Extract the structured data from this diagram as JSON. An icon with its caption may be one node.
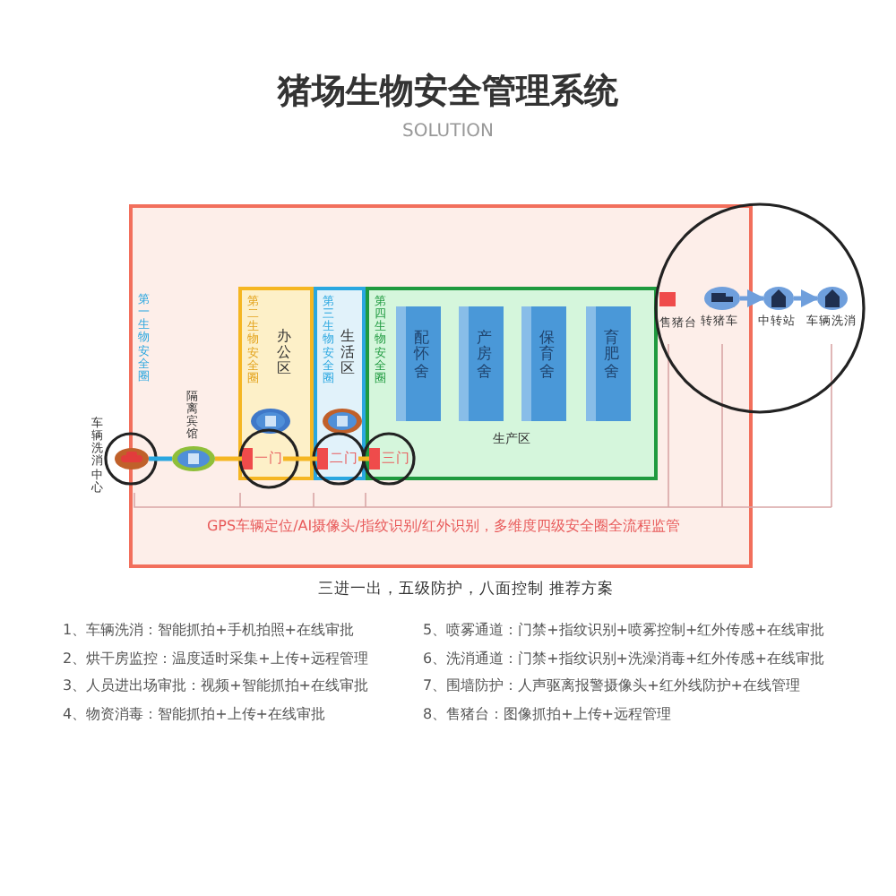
{
  "diagram": {
    "title": "猪场生物安全管理系统",
    "nodes": [
      {
        "text": [
          "第一生物安全圈"
        ]
      },
      {
        "text": [
          "第二生物安全圈",
          "办公区"
        ],
        "in": 0
      },
      {
        "text": [
          "第三生物安全圈",
          "生活区"
        ],
        "in": 0
      },
      {
        "text": [
          "第四生物安全圈",
          "生产区"
        ],
        "in": 0
      },
      {
        "text": [
          "配怀舍"
        ],
        "in": 3
      },
      {
        "text": [
          "产房舍"
        ],
        "in": 3
      },
      {
        "text": [
          "保育舍"
        ],
        "in": 3
      },
      {
        "text": [
          "育肥舍"
        ],
        "in": 3
      },
      {
        "text": [],
        "shape": "picture",
        "beside": [
          "车辆洗消中心"
        ]
      },
      {
        "text": [],
        "shape": "picture",
        "beside": [
          "隔离宾馆"
        ],
        "in": 0
      },
      {
        "text": [
          "一门"
        ],
        "in": 1
      },
      {
        "text": [],
        "shape": "picture",
        "in": 1
      },
      {
        "text": [
          "二门"
        ],
        "in": 2
      },
      {
        "text": [],
        "shape": "picture",
        "in": 2
      },
      {
        "text": [
          "三门"
        ],
        "in": 3
      },
      {
        "text": [],
        "shape": "box",
        "beside": [
          "售猪台"
        ],
        "in": 0
      },
      {
        "text": [],
        "shape": "picture",
        "beside": [
          "转猪车"
        ],
        "in": 0
      },
      {
        "text": [],
        "shape": "picture",
        "beside": [
          "中转站"
        ]
      },
      {
        "text": [],
        "shape": "picture",
        "beside": [
          "车辆洗消"
        ]
      }
    ],
    "edges": [
      {
        "from": 8,
        "to": 9,
        "arrow": "none",
        "color": "#2aa7e0"
      },
      {
        "from": 9,
        "to": 10,
        "arrow": "none"
      },
      {
        "from": 10,
        "to": 12,
        "arrow": "none"
      },
      {
        "from": 12,
        "to": 14,
        "arrow": "none"
      },
      {
        "from": 16,
        "to": 17,
        "arrow": "to",
        "color": "#6f9fdc"
      },
      {
        "from": 17,
        "to": 18,
        "arrow": "to",
        "color": "#6f9fdc"
      }
    ],
    "labels": [
      "SOLUTION",
      "GPS车辆定位/AI摄像头/指纹识别/红外识别，多维度四级安全圈全流程监管",
      "三进一出，五级防护，八面控制 推荐方案",
      "1、车辆洗消：智能抓拍+手机拍照+在线审批",
      "2、烘干房监控：温度适时采集+上传+远程管理",
      "3、人员进出场审批：视频+智能抓拍+在线审批",
      "4、物资消毒：智能抓拍+上传+在线审批",
      "5、喷雾通道：门禁+指纹识别+喷雾控制+红外传感+在线审批",
      "6、洗消通道：门禁+指纹识别+洗澡消毒+红外传感+在线审批",
      "7、围墙防护：人声驱离报警摄像头+红外线防护+在线管理",
      "8、售猪台：图像抓拍+上传+远程管理"
    ]
  }
}
